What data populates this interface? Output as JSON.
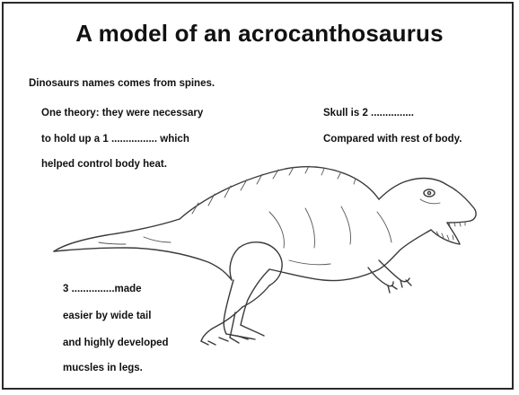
{
  "title": "A model of an  acrocanthosaurus",
  "notes": {
    "intro": "Dinosaurs names comes from spines.",
    "theory": [
      "One theory: they were necessary",
      "to hold up a 1 ................ which",
      "helped control body heat."
    ],
    "skull": [
      "Skull is 2 ...............",
      "Compared with rest of body."
    ],
    "movement": [
      "3 ...............made",
      "easier by wide tail",
      "and highly developed",
      "mucsles in legs."
    ]
  }
}
